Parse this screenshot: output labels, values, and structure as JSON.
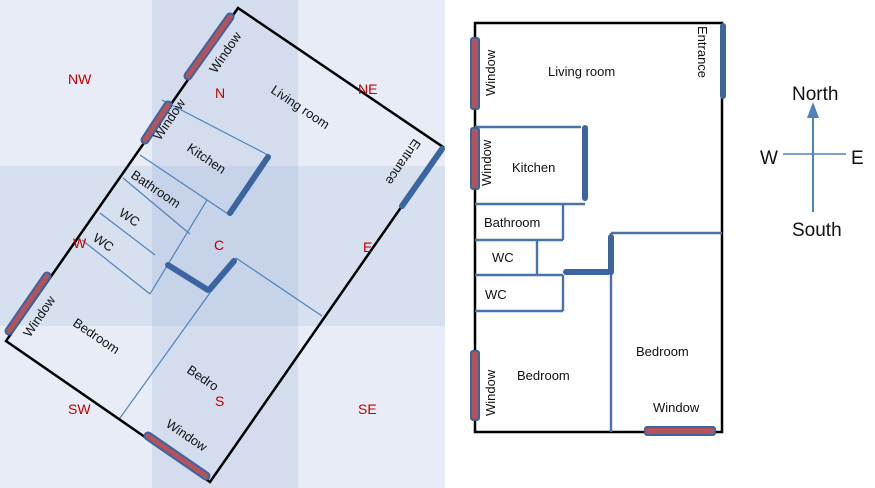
{
  "directions": {
    "nw": "NW",
    "n": "N",
    "ne": "NE",
    "w": "W",
    "c": "C",
    "e": "E",
    "sw": "SW",
    "s": "S",
    "se": "SE"
  },
  "rotated_plan": {
    "window_n": "Window",
    "window_nw": "Window",
    "window_w": "Window",
    "window_s": "Window",
    "living_room": "Living room",
    "kitchen": "Kitchen",
    "bathroom": "Bathroom",
    "wc1": "WC",
    "wc2": "WC",
    "bedroom": "Bedroom",
    "bedroom2": "Bedro",
    "entrance": "Entrance"
  },
  "plan": {
    "window_living": "Window",
    "living_room": "Living room",
    "entrance": "Entrance",
    "window_kitchen": "Window",
    "kitchen": "Kitchen",
    "bathroom": "Bathroom",
    "wc1": "WC",
    "wc2": "WC",
    "window_bedroom": "Window",
    "bedroom_left": "Bedroom",
    "bedroom_right": "Bedroom",
    "window_bottom": "Window"
  },
  "compass": {
    "north": "North",
    "south": "South",
    "west": "W",
    "east": "E"
  },
  "colors": {
    "grid_light": "#e6ecf6",
    "grid_mid": "#d4deee",
    "grid_dark": "#c5d2e8",
    "window_fill": "#b5535a",
    "window_border": "#4f6fa0",
    "inner_wall": "#4f81bd",
    "direction_text": "#c00000",
    "compass_arrow": "#4f81bd"
  }
}
